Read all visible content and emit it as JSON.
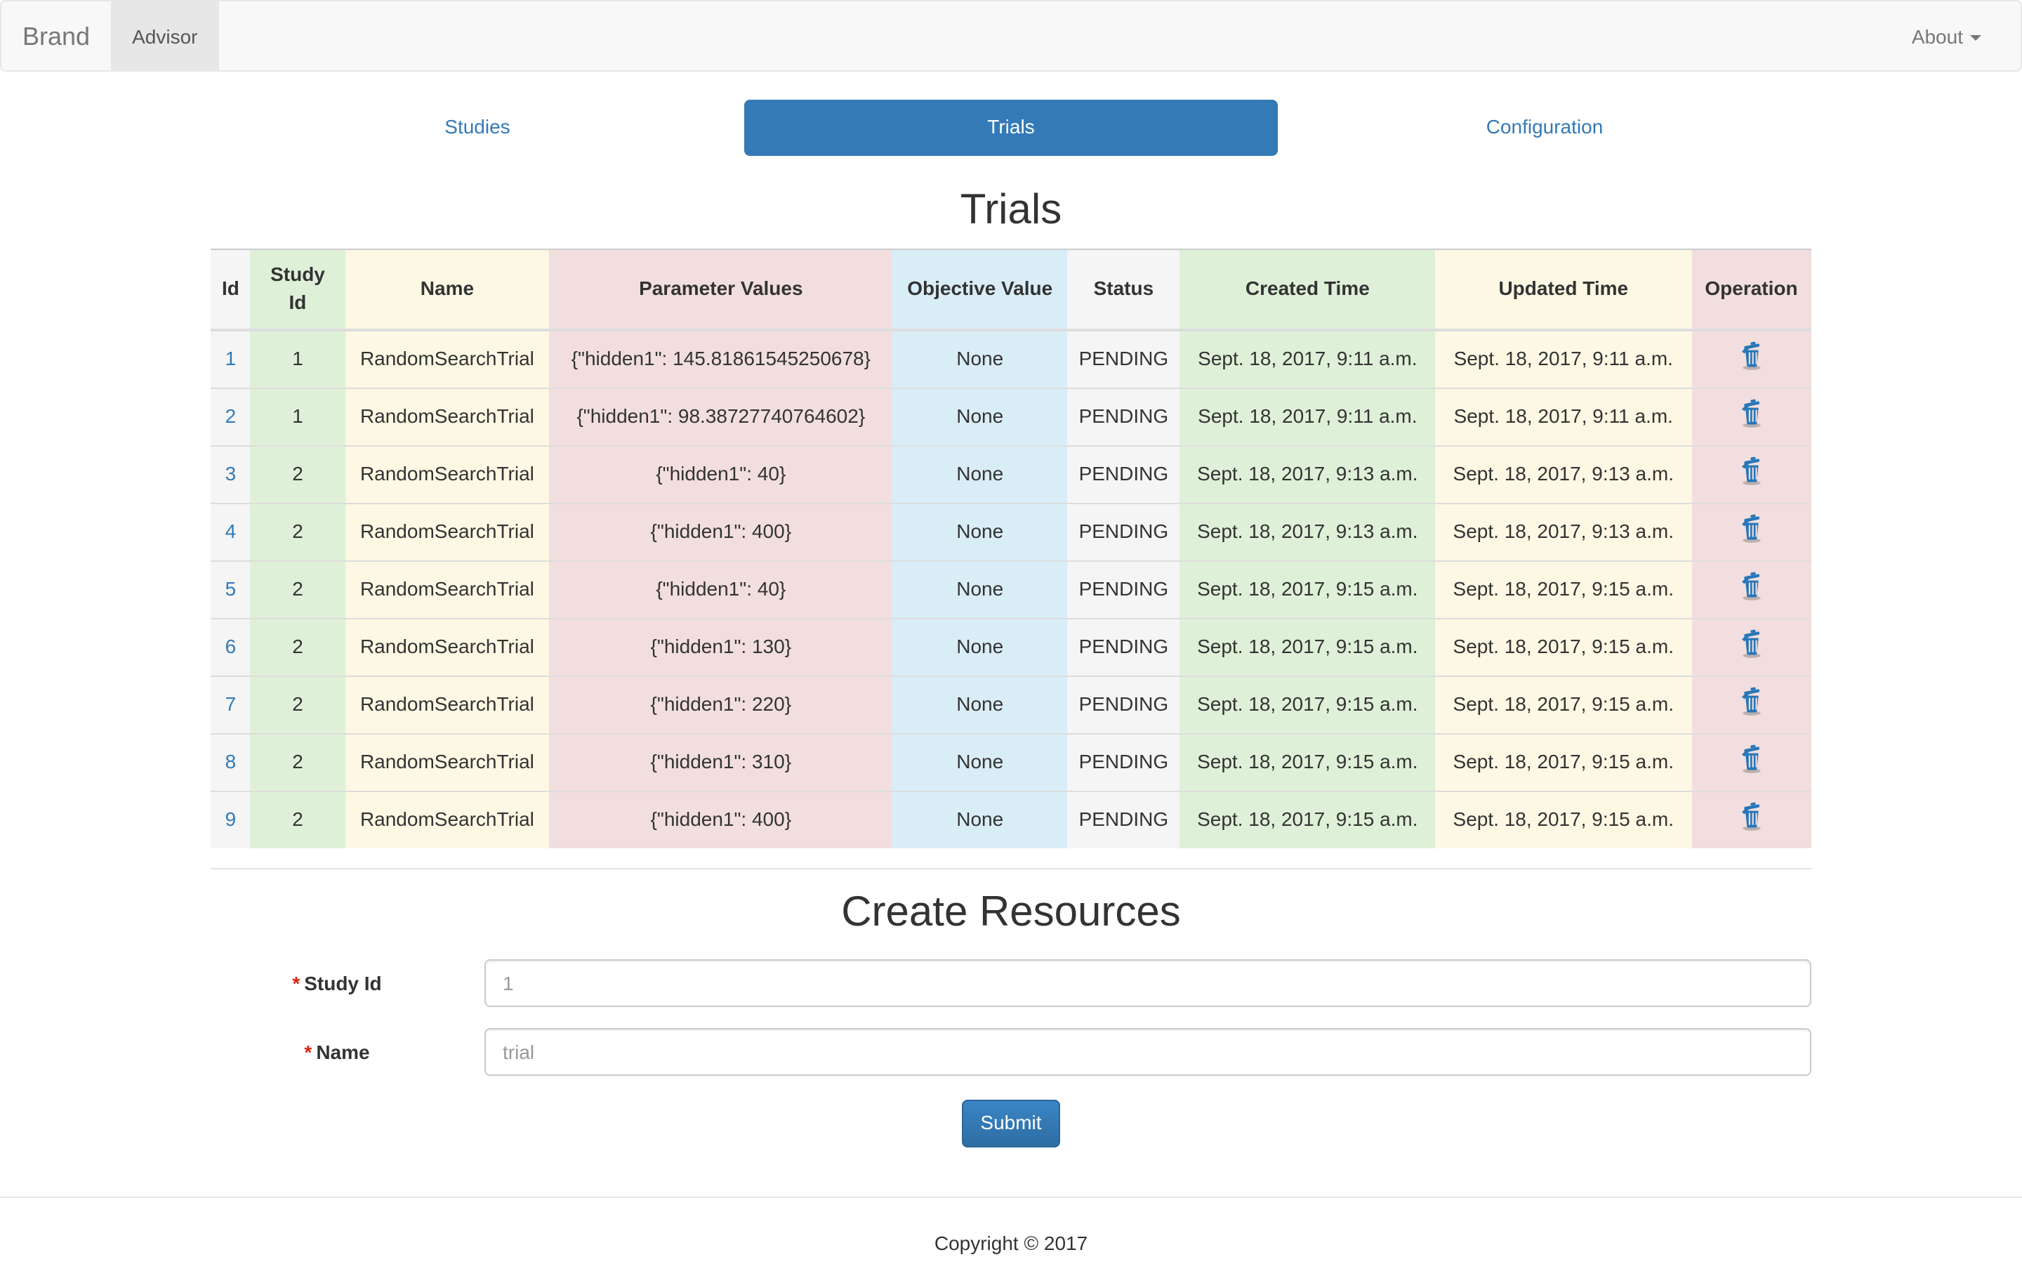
{
  "navbar": {
    "brand": "Brand",
    "items": [
      {
        "label": "Advisor",
        "active": true
      }
    ],
    "right_items": [
      {
        "label": "About",
        "has_caret": true
      }
    ]
  },
  "tabs": [
    {
      "label": "Studies",
      "active": false
    },
    {
      "label": "Trials",
      "active": true
    },
    {
      "label": "Configuration",
      "active": false
    }
  ],
  "page": {
    "title": "Trials"
  },
  "table": {
    "columns": [
      {
        "label": "Id",
        "variant": "active"
      },
      {
        "label": "Study Id",
        "variant": "success"
      },
      {
        "label": "Name",
        "variant": "warning"
      },
      {
        "label": "Parameter Values",
        "variant": "danger"
      },
      {
        "label": "Objective Value",
        "variant": "info"
      },
      {
        "label": "Status",
        "variant": "active"
      },
      {
        "label": "Created Time",
        "variant": "success"
      },
      {
        "label": "Updated Time",
        "variant": "warning"
      },
      {
        "label": "Operation",
        "variant": "danger"
      }
    ],
    "operation_icon": "trash-icon",
    "rows": [
      {
        "id": "1",
        "study_id": "1",
        "name": "RandomSearchTrial",
        "parameter_values": "{\"hidden1\": 145.81861545250678}",
        "objective_value": "None",
        "status": "PENDING",
        "created_time": "Sept. 18, 2017, 9:11 a.m.",
        "updated_time": "Sept. 18, 2017, 9:11 a.m."
      },
      {
        "id": "2",
        "study_id": "1",
        "name": "RandomSearchTrial",
        "parameter_values": "{\"hidden1\": 98.38727740764602}",
        "objective_value": "None",
        "status": "PENDING",
        "created_time": "Sept. 18, 2017, 9:11 a.m.",
        "updated_time": "Sept. 18, 2017, 9:11 a.m."
      },
      {
        "id": "3",
        "study_id": "2",
        "name": "RandomSearchTrial",
        "parameter_values": "{\"hidden1\": 40}",
        "objective_value": "None",
        "status": "PENDING",
        "created_time": "Sept. 18, 2017, 9:13 a.m.",
        "updated_time": "Sept. 18, 2017, 9:13 a.m."
      },
      {
        "id": "4",
        "study_id": "2",
        "name": "RandomSearchTrial",
        "parameter_values": "{\"hidden1\": 400}",
        "objective_value": "None",
        "status": "PENDING",
        "created_time": "Sept. 18, 2017, 9:13 a.m.",
        "updated_time": "Sept. 18, 2017, 9:13 a.m."
      },
      {
        "id": "5",
        "study_id": "2",
        "name": "RandomSearchTrial",
        "parameter_values": "{\"hidden1\": 40}",
        "objective_value": "None",
        "status": "PENDING",
        "created_time": "Sept. 18, 2017, 9:15 a.m.",
        "updated_time": "Sept. 18, 2017, 9:15 a.m."
      },
      {
        "id": "6",
        "study_id": "2",
        "name": "RandomSearchTrial",
        "parameter_values": "{\"hidden1\": 130}",
        "objective_value": "None",
        "status": "PENDING",
        "created_time": "Sept. 18, 2017, 9:15 a.m.",
        "updated_time": "Sept. 18, 2017, 9:15 a.m."
      },
      {
        "id": "7",
        "study_id": "2",
        "name": "RandomSearchTrial",
        "parameter_values": "{\"hidden1\": 220}",
        "objective_value": "None",
        "status": "PENDING",
        "created_time": "Sept. 18, 2017, 9:15 a.m.",
        "updated_time": "Sept. 18, 2017, 9:15 a.m."
      },
      {
        "id": "8",
        "study_id": "2",
        "name": "RandomSearchTrial",
        "parameter_values": "{\"hidden1\": 310}",
        "objective_value": "None",
        "status": "PENDING",
        "created_time": "Sept. 18, 2017, 9:15 a.m.",
        "updated_time": "Sept. 18, 2017, 9:15 a.m."
      },
      {
        "id": "9",
        "study_id": "2",
        "name": "RandomSearchTrial",
        "parameter_values": "{\"hidden1\": 400}",
        "objective_value": "None",
        "status": "PENDING",
        "created_time": "Sept. 18, 2017, 9:15 a.m.",
        "updated_time": "Sept. 18, 2017, 9:15 a.m."
      }
    ]
  },
  "create_form": {
    "title": "Create Resources",
    "required_marker": "*",
    "fields": [
      {
        "label": "Study Id",
        "placeholder": "1"
      },
      {
        "label": "Name",
        "placeholder": "trial"
      }
    ],
    "submit_label": "Submit"
  },
  "footer": {
    "copyright": "Copyright © 2017"
  },
  "colors": {
    "accent": "#337ab7",
    "navbar_bg": "#f8f8f8",
    "navbar_active_bg": "#e7e7e7",
    "cell_active": "#f5f5f5",
    "cell_success": "#dff0d8",
    "cell_warning": "#fcf8e3",
    "cell_danger": "#f2dede",
    "cell_info": "#d9edf7",
    "required_red": "#d9230f"
  }
}
